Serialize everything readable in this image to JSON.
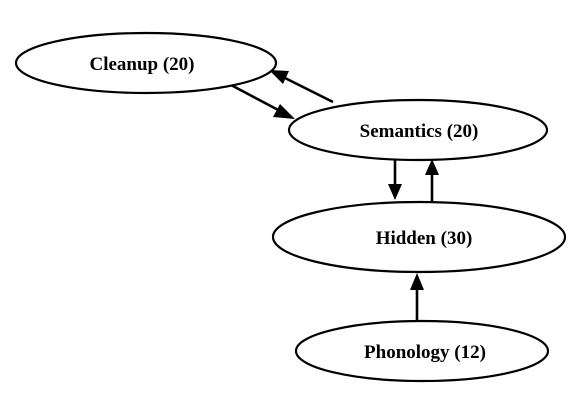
{
  "diagram": {
    "nodes": [
      {
        "id": "cleanup",
        "label": "Cleanup (20)"
      },
      {
        "id": "semantics",
        "label": "Semantics (20)"
      },
      {
        "id": "hidden",
        "label": "Hidden (30)"
      },
      {
        "id": "phonology",
        "label": "Phonology (12)"
      }
    ],
    "edges": [
      {
        "from": "cleanup",
        "to": "semantics"
      },
      {
        "from": "semantics",
        "to": "cleanup"
      },
      {
        "from": "semantics",
        "to": "hidden"
      },
      {
        "from": "hidden",
        "to": "semantics"
      },
      {
        "from": "phonology",
        "to": "hidden"
      }
    ],
    "colors": {
      "stroke": "#000000",
      "fill": "#ffffff"
    }
  }
}
